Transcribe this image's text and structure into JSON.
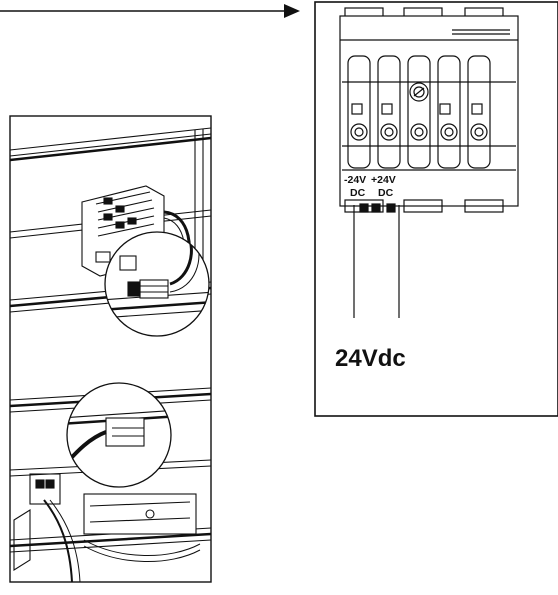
{
  "figure": {
    "stroke_color": "#111111",
    "background": "#ffffff"
  },
  "detail": {
    "label_minus_top": "-24V",
    "label_minus_bottom": "DC",
    "label_plus_top": "+24V",
    "label_plus_bottom": "DC",
    "voltage_caption": "24Vdc"
  }
}
